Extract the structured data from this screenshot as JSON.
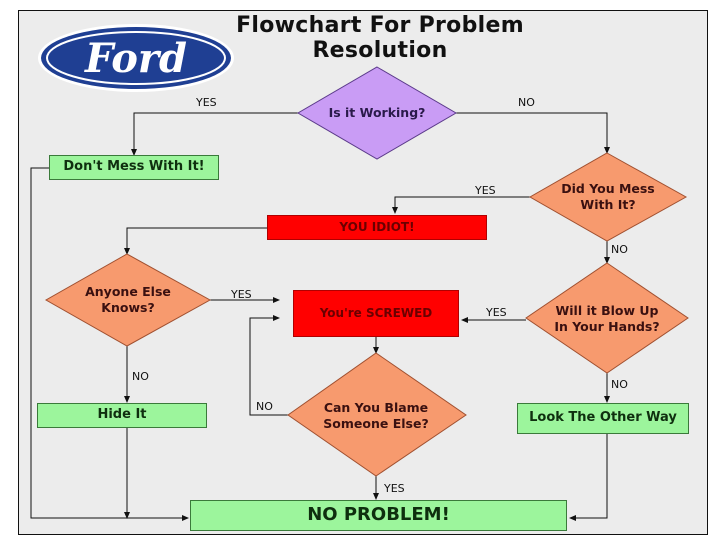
{
  "title": "Flowchart For Problem Resolution",
  "logo": {
    "text": "Ford",
    "color": "#1f3f93"
  },
  "colors": {
    "decision_purple": "#c99cf5",
    "decision_orange": "#f79a6e",
    "terminal_green": "#9cf59c",
    "alert_red": "#ff0000"
  },
  "nodes": {
    "is_it_working": "Is it Working?",
    "dont_mess": "Don't Mess With It!",
    "did_you_mess_1": "Did You Mess",
    "did_you_mess_2": "With It?",
    "you_idiot": "YOU IDIOT!",
    "anyone_else_1": "Anyone Else",
    "anyone_else_2": "Knows?",
    "youre_screwed": "You're SCREWED",
    "blow_up_1": "Will it Blow Up",
    "blow_up_2": "In Your Hands?",
    "hide_it": "Hide It",
    "blame_1": "Can You Blame",
    "blame_2": "Someone Else?",
    "look_other_way": "Look The Other Way",
    "no_problem": "NO PROBLEM!"
  },
  "labels": {
    "working_yes": "YES",
    "working_no": "NO",
    "mess_yes": "YES",
    "mess_no": "NO",
    "knows_yes": "YES",
    "knows_no": "NO",
    "blow_yes": "YES",
    "blow_no": "NO",
    "blame_no": "NO",
    "blame_yes": "YES"
  }
}
